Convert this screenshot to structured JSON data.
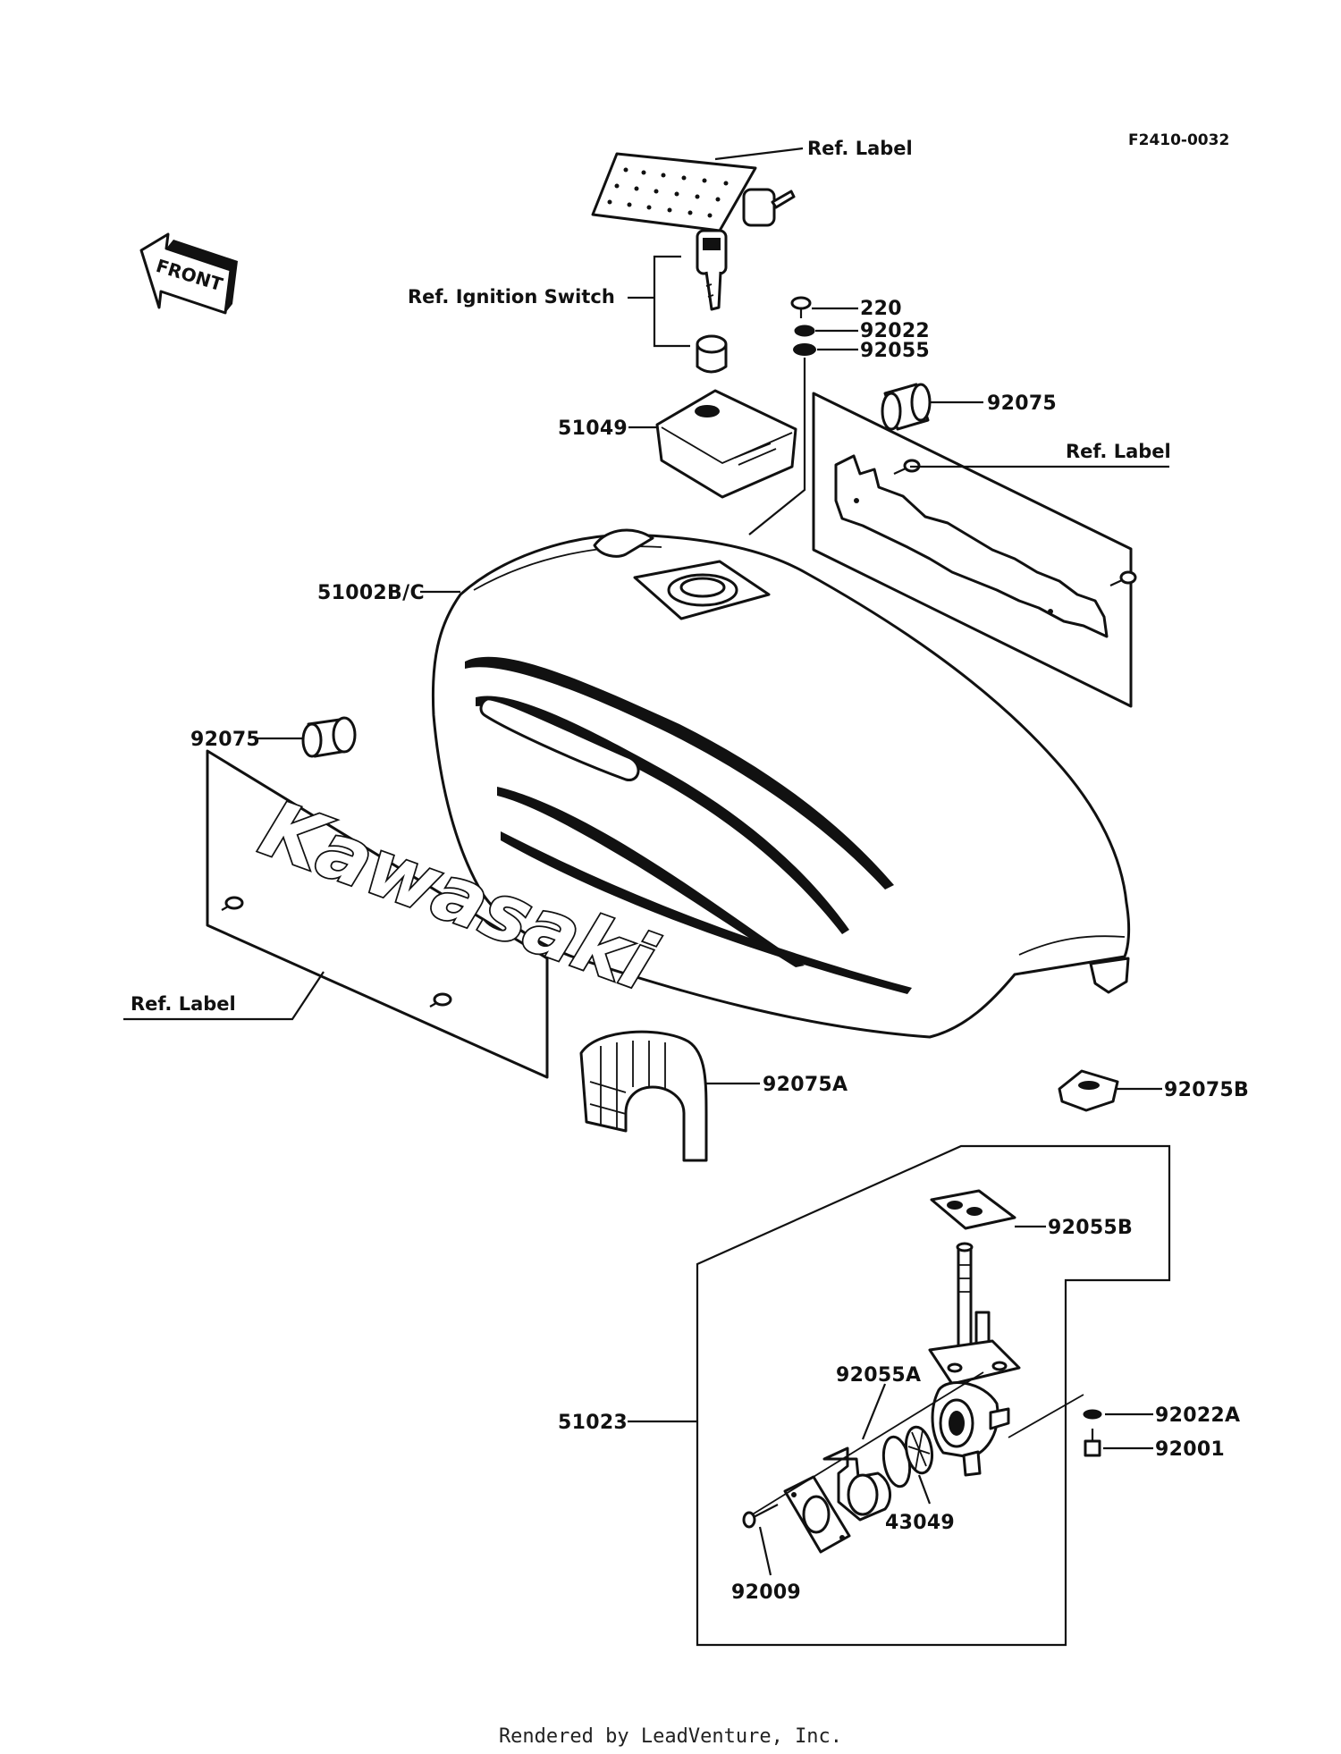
{
  "figure_code": "F2410-0032",
  "front_arrow_label": "FRONT",
  "emblem_text": "Kawasaki",
  "labels": {
    "ref_label_top": "Ref. Label",
    "ref_ignition_switch": "Ref. Ignition Switch",
    "p220": "220",
    "p92022": "92022",
    "p92055": "92055",
    "p92075_right": "92075",
    "ref_label_right": "Ref. Label",
    "p51049": "51049",
    "p51002bc": "51002B/C",
    "p92075_left": "92075",
    "ref_label_left": "Ref. Label",
    "p92075a": "92075A",
    "p92075b": "92075B",
    "p92055b": "92055B",
    "p92055a": "92055A",
    "p51023": "51023",
    "p92022a": "92022A",
    "p92001": "92001",
    "p43049": "43049",
    "p92009": "92009"
  },
  "footer": "Rendered by LeadVenture, Inc."
}
